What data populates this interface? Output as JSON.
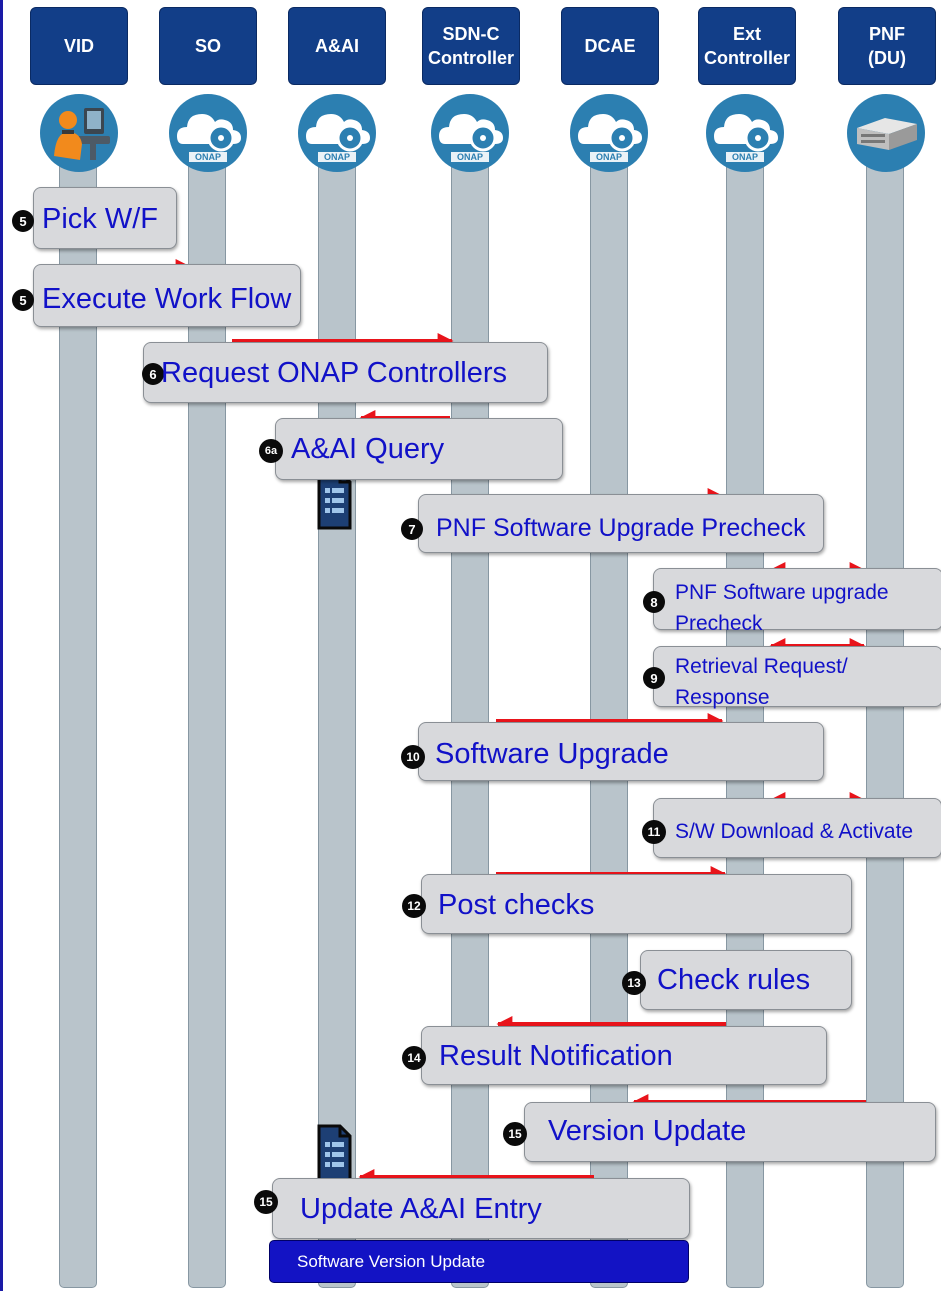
{
  "actors": [
    {
      "id": "vid",
      "label": "VID",
      "icon": "operator-icon"
    },
    {
      "id": "so",
      "label": "SO",
      "icon": "onap-cloud-icon"
    },
    {
      "id": "aai",
      "label": "A&AI",
      "icon": "onap-cloud-icon"
    },
    {
      "id": "sdnc",
      "label": "SDN-C\nController",
      "icon": "onap-cloud-icon"
    },
    {
      "id": "dcae",
      "label": "DCAE",
      "icon": "onap-cloud-icon"
    },
    {
      "id": "extctrl",
      "label": "Ext\nController",
      "icon": "onap-cloud-icon"
    },
    {
      "id": "pnf",
      "label": "PNF\n(DU)",
      "icon": "server-icon"
    }
  ],
  "onap_logo_text": "ONAP",
  "steps": [
    {
      "num": "5",
      "text": "Pick W/F"
    },
    {
      "num": "5",
      "text": "Execute Work Flow"
    },
    {
      "num": "6",
      "text": "Request ONAP Controllers"
    },
    {
      "num": "6a",
      "text": "A&AI Query"
    },
    {
      "num": "7",
      "text": "PNF Software Upgrade Precheck"
    },
    {
      "num": "8",
      "text": "PNF Software upgrade\nPrecheck"
    },
    {
      "num": "9",
      "text": "Retrieval Request/\nResponse"
    },
    {
      "num": "10",
      "text": "Software Upgrade"
    },
    {
      "num": "11",
      "text": "S/W Download & Activate"
    },
    {
      "num": "12",
      "text": "Post checks"
    },
    {
      "num": "13",
      "text": "Check rules"
    },
    {
      "num": "14",
      "text": "Result Notification"
    },
    {
      "num": "15",
      "text": "Version Update"
    },
    {
      "num": "15",
      "text": "Update A&AI Entry"
    }
  ],
  "footer": "Software Version Update",
  "colors": {
    "actor_header": "#123e88",
    "step_text": "#1111c8",
    "arrow": "#e8141b",
    "lifeline": "#b9c4cb",
    "footer_bar": "#1313c4"
  }
}
